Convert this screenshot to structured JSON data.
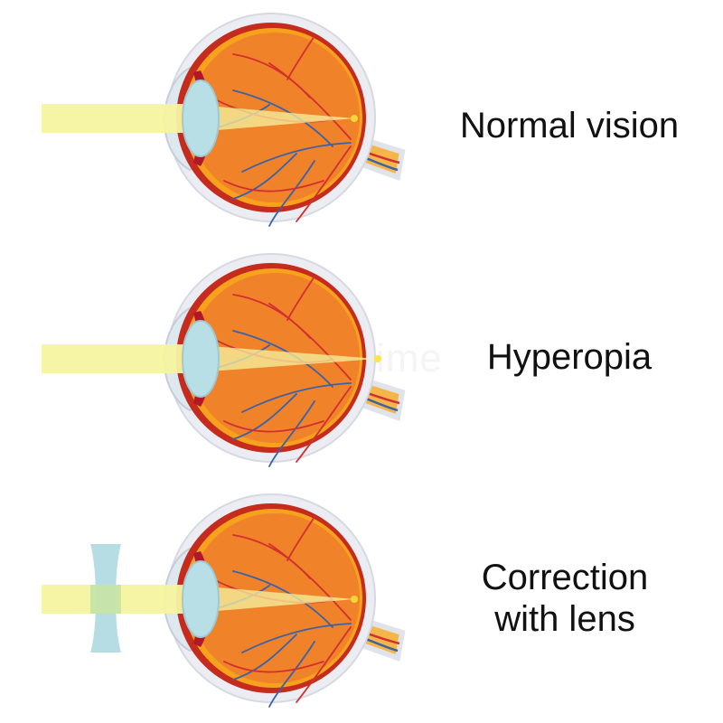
{
  "panels": [
    {
      "id": "normal",
      "caption_lines": [
        "Normal vision"
      ],
      "focus": "on-retina",
      "corrective_lens": false
    },
    {
      "id": "hyperopia",
      "caption_lines": [
        "Hyperopia"
      ],
      "focus": "behind-retina",
      "corrective_lens": false
    },
    {
      "id": "correction",
      "caption_lines": [
        "Correction",
        "with lens"
      ],
      "focus": "on-retina",
      "corrective_lens": true
    }
  ],
  "watermark": "dreamstime",
  "colors": {
    "light_beam": "#f5f3a0",
    "sclera_outer": "#c62c1d",
    "choroid": "#f7a21c",
    "retina_inner": "#f0822a",
    "cornea": "#dde8ef",
    "iris": "#b0182a",
    "crystalline_lens": "#b9dfe6",
    "corrective_lens": "#a9d7de",
    "artery": "#d32f2f",
    "vein": "#3a62a8",
    "optic_nerve": "#f4b648",
    "focus_point": "#ffe34d"
  }
}
